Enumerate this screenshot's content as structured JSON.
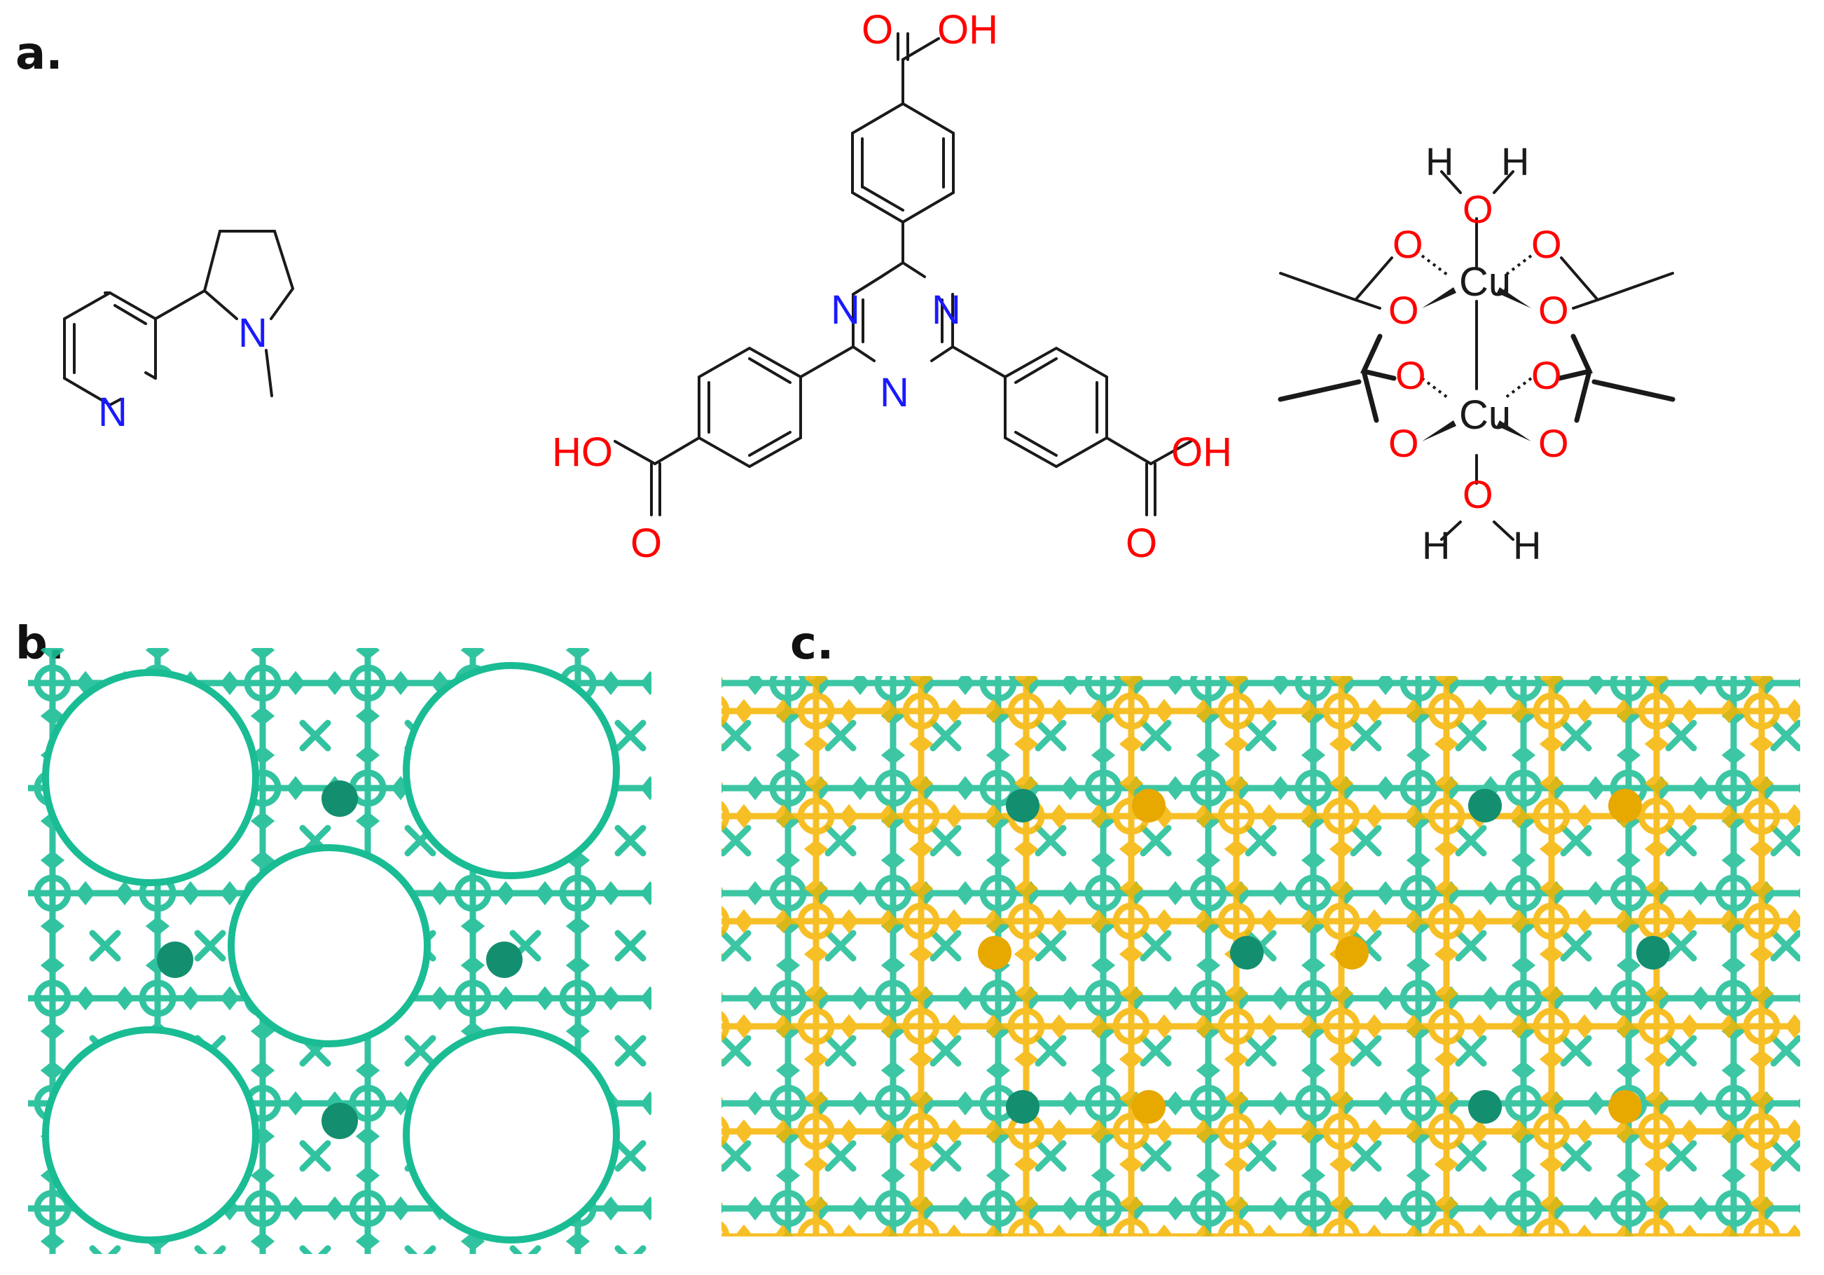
{
  "panels": {
    "a": {
      "label": "a."
    },
    "b": {
      "label": "b."
    },
    "c": {
      "label": "c."
    }
  },
  "colors": {
    "bond": "#1a1a1a",
    "oxygen": "#ff0000",
    "nitrogen": "#1a1aff",
    "framework_green": "#1abc94",
    "framework_gold": "#f5b400"
  },
  "molecules": {
    "nicotine": {
      "n_ring": "N",
      "n_amine": "N"
    },
    "linker": {
      "top_o": "O",
      "top_oh": "OH",
      "left_ho": "HO",
      "left_o": "O",
      "right_oh": "OH",
      "right_o": "O",
      "n1": "N",
      "n2": "N",
      "n3": "N"
    },
    "paddlewheel": {
      "cu1": "Cu",
      "cu2": "Cu",
      "o_water_top": "O",
      "o_water_bottom": "O",
      "h_tl": "H",
      "h_tr": "H",
      "h_bl": "H",
      "h_br": "H",
      "o_ul": "O",
      "o_ur": "O",
      "o_ml": "O",
      "o_mr": "O",
      "o_nl": "O",
      "o_nr": "O",
      "o_ll": "O",
      "o_lr": "O"
    }
  }
}
